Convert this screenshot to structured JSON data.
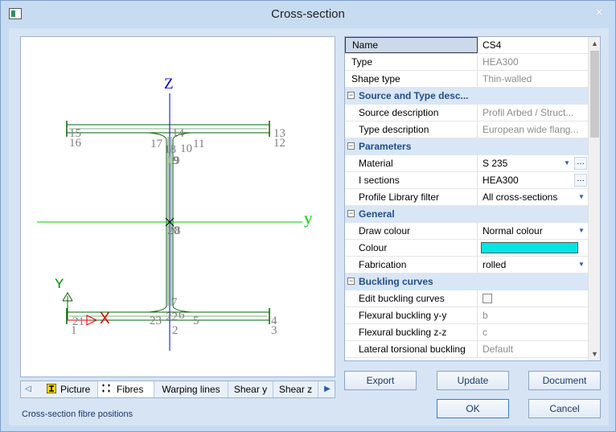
{
  "window": {
    "title": "Cross-section"
  },
  "tabs": {
    "items": [
      {
        "label": "Picture"
      },
      {
        "label": "Fibres"
      },
      {
        "label": "Warping lines"
      },
      {
        "label": "Shear y"
      },
      {
        "label": "Shear z"
      }
    ]
  },
  "status": {
    "text": "Cross-section fibre positions"
  },
  "picture": {
    "axis_z": "Z",
    "axis_y": "y",
    "local_y": "Y",
    "local_x": "X",
    "colors": {
      "axis": "#0000c8",
      "y_axis": "#00cc00",
      "profile": "#006600",
      "label": "#808080",
      "x_arrow": "#e00000"
    },
    "fibre_labels": [
      {
        "text": "15"
      },
      {
        "text": "16"
      },
      {
        "text": "17"
      },
      {
        "text": "18"
      },
      {
        "text": "14"
      },
      {
        "text": "10"
      },
      {
        "text": "11"
      },
      {
        "text": "13"
      },
      {
        "text": "12"
      },
      {
        "text": "19"
      },
      {
        "text": "9"
      },
      {
        "text": "20"
      },
      {
        "text": "8"
      },
      {
        "text": "21"
      },
      {
        "text": "1"
      },
      {
        "text": "23"
      },
      {
        "text": "22"
      },
      {
        "text": "7"
      },
      {
        "text": "6"
      },
      {
        "text": "5"
      },
      {
        "text": "2"
      },
      {
        "text": "4"
      },
      {
        "text": "3"
      }
    ]
  },
  "grid": {
    "rows": [
      {
        "kind": "row",
        "name": "Name",
        "value": "CS4",
        "selected": true
      },
      {
        "kind": "row",
        "name": "Type",
        "value": "HEA300",
        "gray": true
      },
      {
        "kind": "row",
        "name": "Shape type",
        "value": "Thin-walled",
        "gray": true
      },
      {
        "kind": "cat",
        "name": "Source and Type desc..."
      },
      {
        "kind": "row",
        "name": "Source description",
        "value": "Profil Arbed / Struct...",
        "gray": true,
        "indent": true
      },
      {
        "kind": "row",
        "name": "Type description",
        "value": "European wide flang...",
        "gray": true,
        "indent": true
      },
      {
        "kind": "cat",
        "name": "Parameters"
      },
      {
        "kind": "row",
        "name": "Material",
        "value": "S 235",
        "indent": true,
        "dropdown": true,
        "ellipsis": true
      },
      {
        "kind": "row",
        "name": "I sections",
        "value": "HEA300",
        "indent": true,
        "ellipsis": true
      },
      {
        "kind": "row",
        "name": "Profile Library filter",
        "value": "All cross-sections",
        "indent": true,
        "dropdown": true
      },
      {
        "kind": "cat",
        "name": "General"
      },
      {
        "kind": "row",
        "name": "Draw colour",
        "value": "Normal colour",
        "indent": true,
        "dropdown": true
      },
      {
        "kind": "row",
        "name": "Colour",
        "value": "",
        "indent": true,
        "swatch": "#00e5e5"
      },
      {
        "kind": "row",
        "name": "Fabrication",
        "value": "rolled",
        "indent": true,
        "dropdown": true
      },
      {
        "kind": "cat",
        "name": "Buckling curves"
      },
      {
        "kind": "row",
        "name": "Edit buckling curves",
        "value": "",
        "indent": true,
        "checkbox": true
      },
      {
        "kind": "row",
        "name": "Flexural buckling y-y",
        "value": "b",
        "gray": true,
        "indent": true
      },
      {
        "kind": "row",
        "name": "Flexural buckling z-z",
        "value": "c",
        "gray": true,
        "indent": true
      },
      {
        "kind": "row",
        "name": "Lateral torsional buckling",
        "value": "Default",
        "gray": true,
        "indent": true
      }
    ]
  },
  "buttons": {
    "export": "Export",
    "update": "Update",
    "document": "Document",
    "ok": "OK",
    "cancel": "Cancel"
  }
}
